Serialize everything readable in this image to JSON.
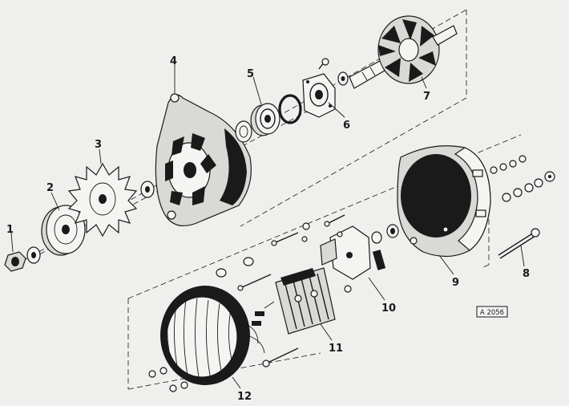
{
  "labels": {
    "p1": "1",
    "p2": "2",
    "p3": "3",
    "p4": "4",
    "p5": "5",
    "p6": "6",
    "p7": "7",
    "p8": "8",
    "p9": "9",
    "p10": "10",
    "p11": "11",
    "p12": "12"
  },
  "ref_code": "A 2056",
  "colors": {
    "paper": "#efefed",
    "ink": "#1a1a1a"
  }
}
